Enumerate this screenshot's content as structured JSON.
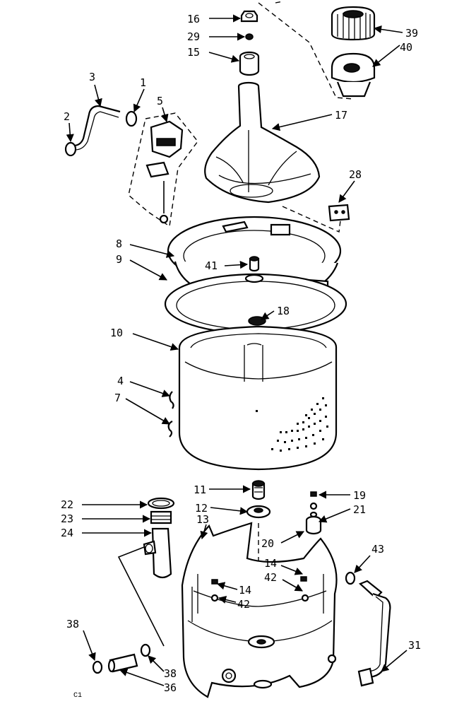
{
  "diagram": {
    "labels": [
      "16",
      "29",
      "15",
      "39",
      "40",
      "17",
      "3",
      "1",
      "2",
      "5",
      "28",
      "8",
      "9",
      "41",
      "18",
      "10",
      "4",
      "7",
      "11",
      "19",
      "12",
      "21",
      "22",
      "23",
      "24",
      "13",
      "20",
      "43",
      "14",
      "42",
      "14",
      "42",
      "38",
      "38",
      "36",
      "31"
    ],
    "corner_code": "C1"
  }
}
